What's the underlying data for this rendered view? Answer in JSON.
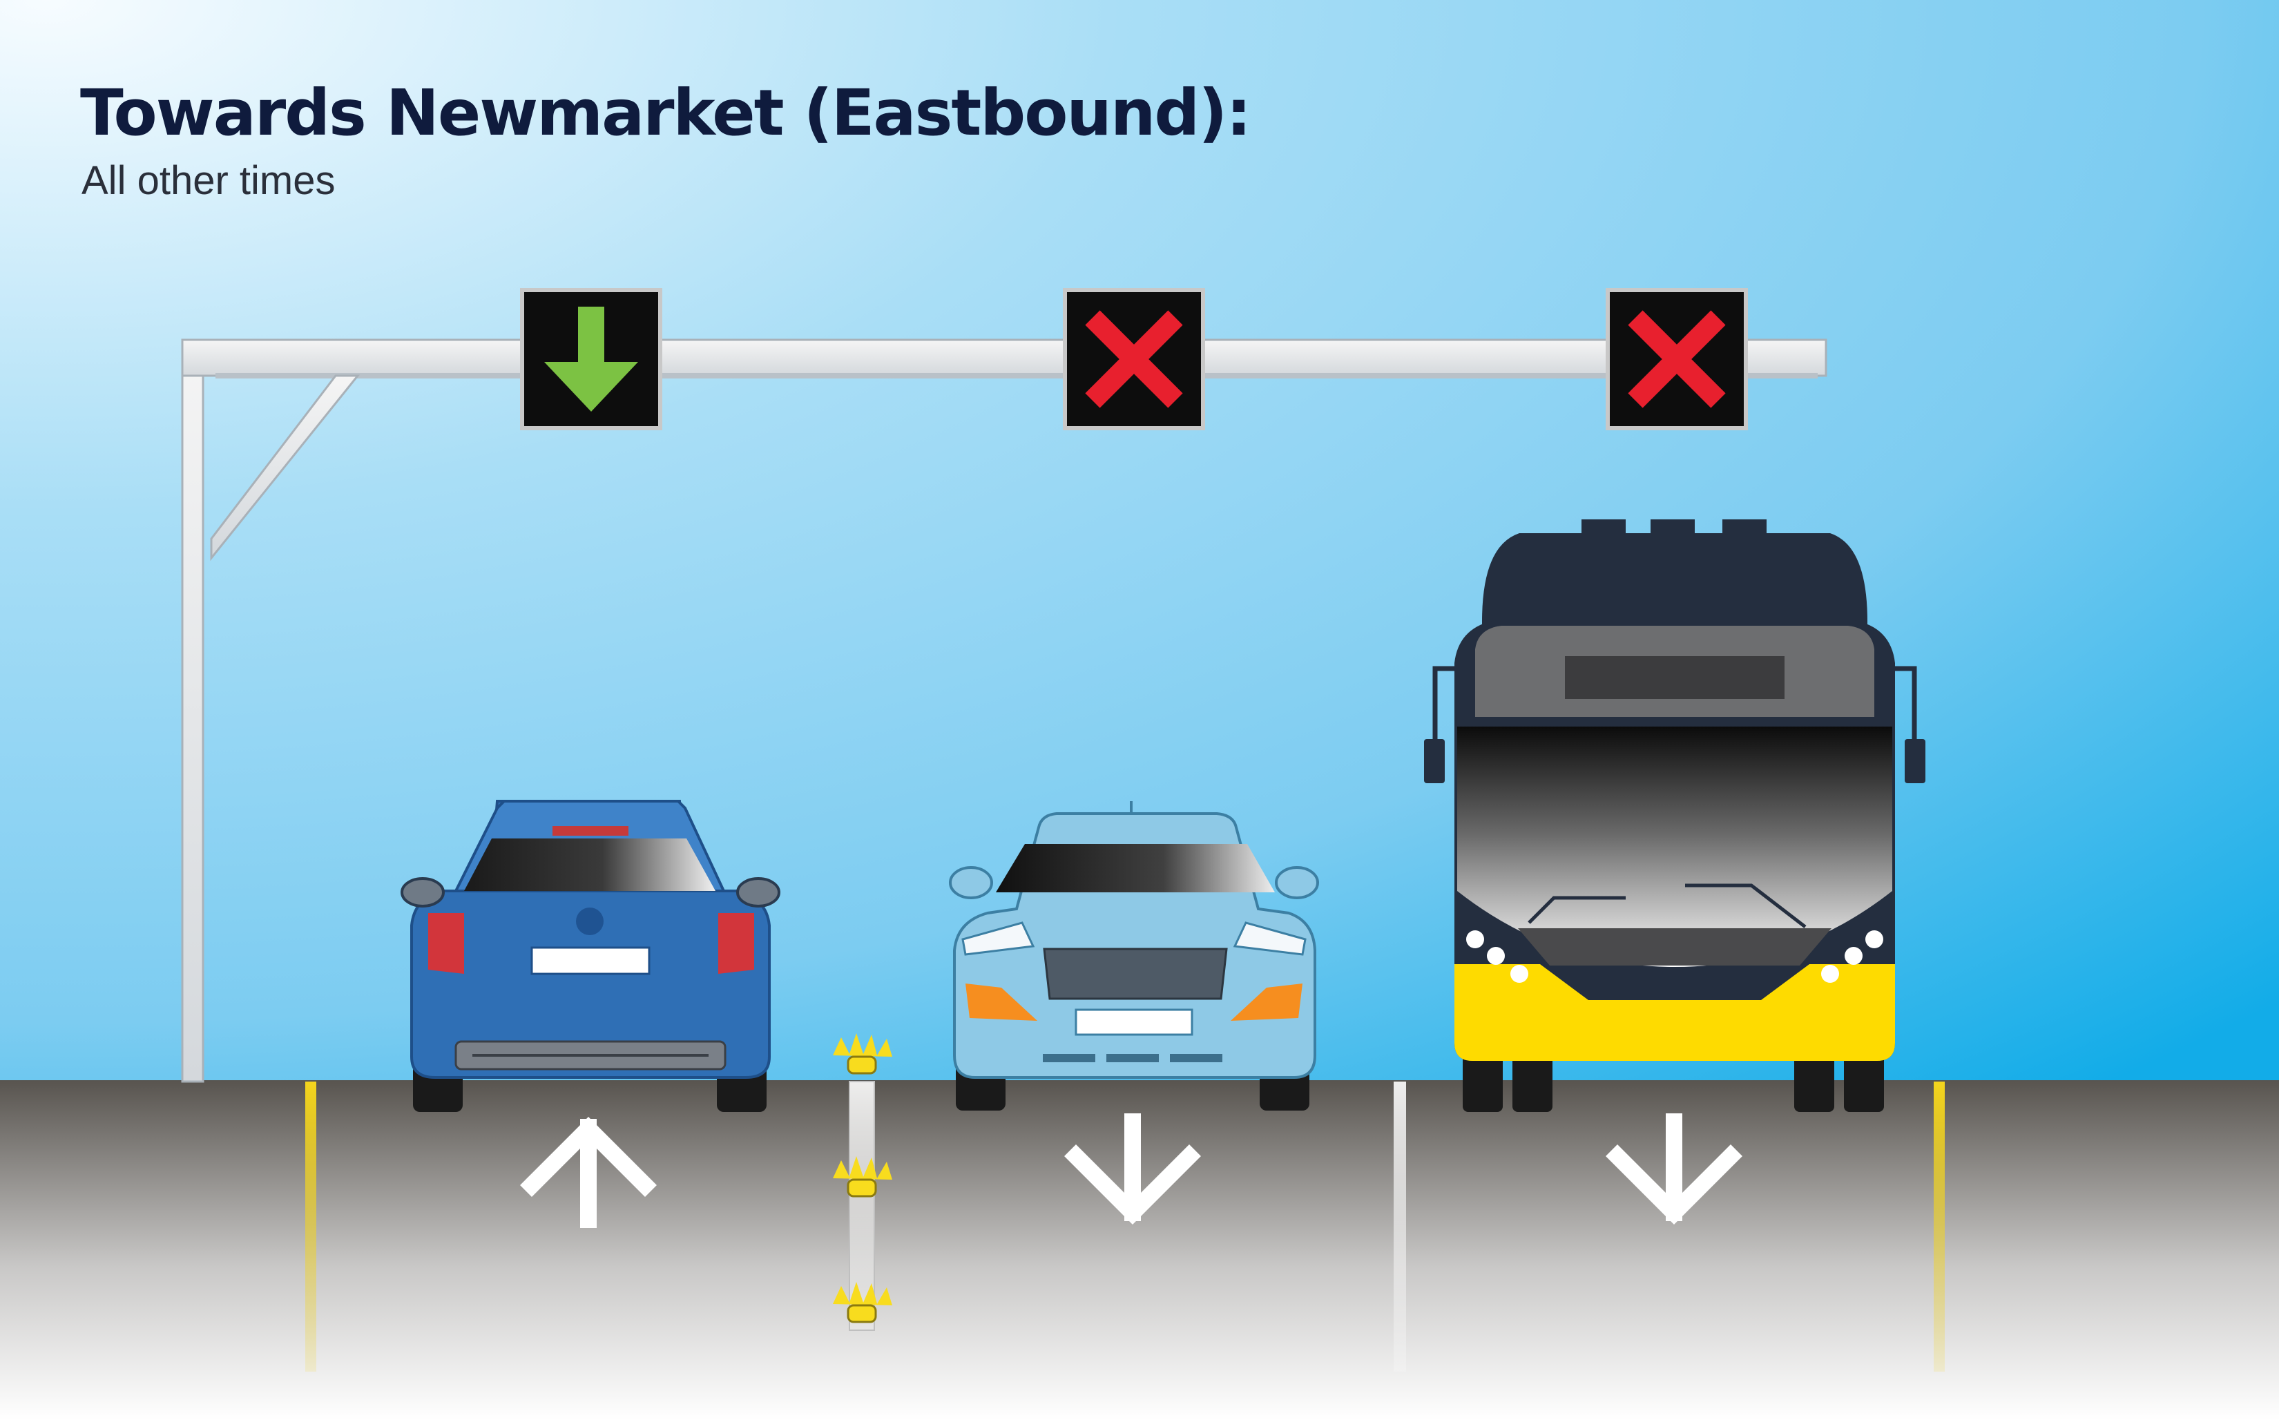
{
  "heading": {
    "title": "Towards Newmarket (Eastbound):",
    "subtitle": "All other times"
  },
  "lane_signals": [
    {
      "lane": 1,
      "icon": "green-down-arrow-icon",
      "meaning": "open"
    },
    {
      "lane": 2,
      "icon": "red-x-icon",
      "meaning": "closed"
    },
    {
      "lane": 3,
      "icon": "red-x-icon",
      "meaning": "closed"
    }
  ],
  "lanes": [
    {
      "lane": 1,
      "vehicle": "blue-sedan-rear",
      "direction_arrow": "up"
    },
    {
      "lane": 2,
      "vehicle": "light-blue-car-front",
      "direction_arrow": "down"
    },
    {
      "lane": 3,
      "vehicle": "bus-front",
      "direction_arrow": "down"
    }
  ],
  "colors": {
    "sky_top": "#f4fbff",
    "sky_mid": "#8fd4f4",
    "sky_right": "#15aee9",
    "road_dark": "#5b5756",
    "lane_yellow": "#f2d21b",
    "signal_green": "#7cc243",
    "signal_red": "#e8202e",
    "bus_yellow": "#fedb00",
    "bus_body": "#242e3f",
    "sedan_blue": "#2f6fb5",
    "car_light_blue": "#8ec9e6",
    "title": "#0f1b3d"
  }
}
